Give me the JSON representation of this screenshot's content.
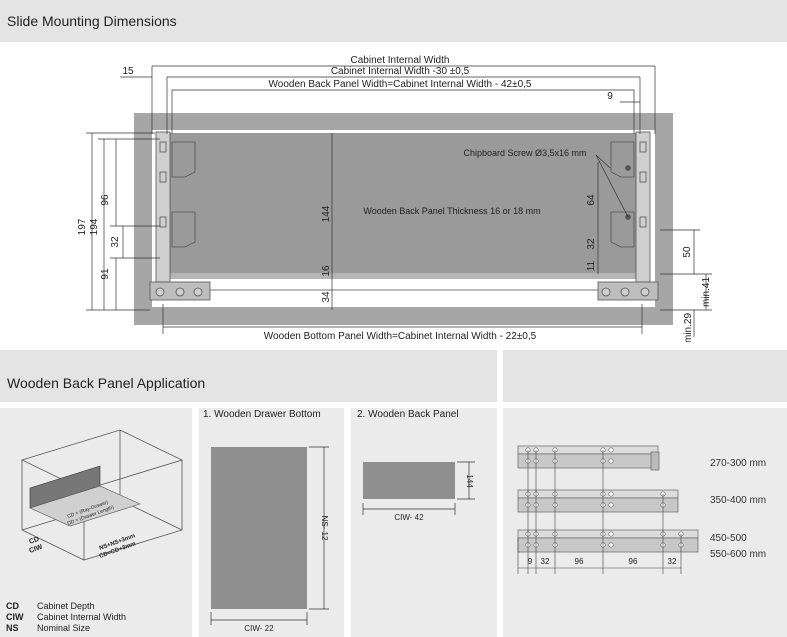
{
  "sections": {
    "slide_title": "Slide Mounting Dimensions",
    "app_title": "Wooden Back Panel Application"
  },
  "top": {
    "dim_ciw": "Cabinet Internal Width",
    "dim_ciw30": "Cabinet Internal Width -30 ±0,5",
    "dim_back": "Wooden Back Panel Width=Cabinet Internal Width - 42±0,5",
    "dim_15": "15",
    "dim_9": "9",
    "screw": "Chipboard Screw Ø3,5x16 mm",
    "thickness": "Wooden Back Panel Thickness 16 or 18 mm",
    "bottom_width": "Wooden Bottom Panel Width=Cabinet Internal Width - 22±0,5",
    "left_dims": [
      "197",
      "194",
      "96",
      "32",
      "91"
    ],
    "center_dims": [
      "144",
      "16",
      "34"
    ],
    "right_dims": [
      "64",
      "32",
      "11",
      "50",
      "min.41",
      "min.29"
    ]
  },
  "panels": {
    "drawer_bottom_title": "1. Wooden Drawer Bottom",
    "drawer_bottom_h": "NS- 12",
    "drawer_bottom_w": "CIW- 22",
    "back_panel_title": "2. Wooden Back Panel",
    "back_panel_h": "144",
    "back_panel_w": "CIW- 42"
  },
  "iso": {
    "cd": "CD",
    "ciw": "CIW",
    "ns_plus": "NS+NS+3mm",
    "cd_plus": "CD=CD+3mm",
    "cd_note": "CD = (Ray-Drawer)",
    "cd_note2": "DD = (Drawer Length)"
  },
  "legend": [
    {
      "abbr": "CD",
      "text": "Cabinet Depth"
    },
    {
      "abbr": "CIW",
      "text": "Cabinet Internal Width"
    },
    {
      "abbr": "NS",
      "text": "Nominal Size"
    }
  ],
  "rails": {
    "sizes": [
      "270-300 mm",
      "350-400 mm",
      "450-500",
      "550-600 mm"
    ],
    "dims": [
      "9",
      "32",
      "96",
      "96",
      "32"
    ]
  },
  "colors": {
    "band": "#e4e4e4",
    "panel_fill": "#8f8f8f",
    "cabinet_fill": "#a6a6a6"
  }
}
